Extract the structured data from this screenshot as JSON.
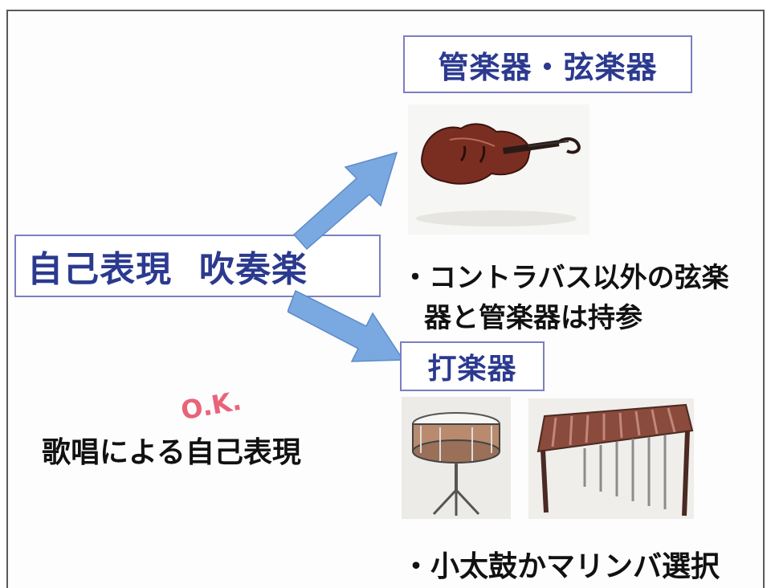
{
  "main_label": {
    "part1": "自己表現",
    "part2": "吹奏楽"
  },
  "wind_string": {
    "label": "管楽器・弦楽器",
    "note_line1": "・コントラバス以外の弦楽",
    "note_line2": "器と管楽器は持参"
  },
  "percussion": {
    "label": "打楽器",
    "note": "・小太鼓かマリンバ選択"
  },
  "vocal": {
    "ok_mark": "O.K.",
    "text": "歌唱による自己表現"
  },
  "colors": {
    "box_border": "#7b7fc0",
    "box_text": "#2b3a8f",
    "arrow": "#7aa8e0",
    "ok_mark": "#e8647a"
  },
  "images": {
    "contrabass": "contrabass-photo",
    "snare": "snare-drum-photo",
    "marimba": "marimba-photo"
  }
}
